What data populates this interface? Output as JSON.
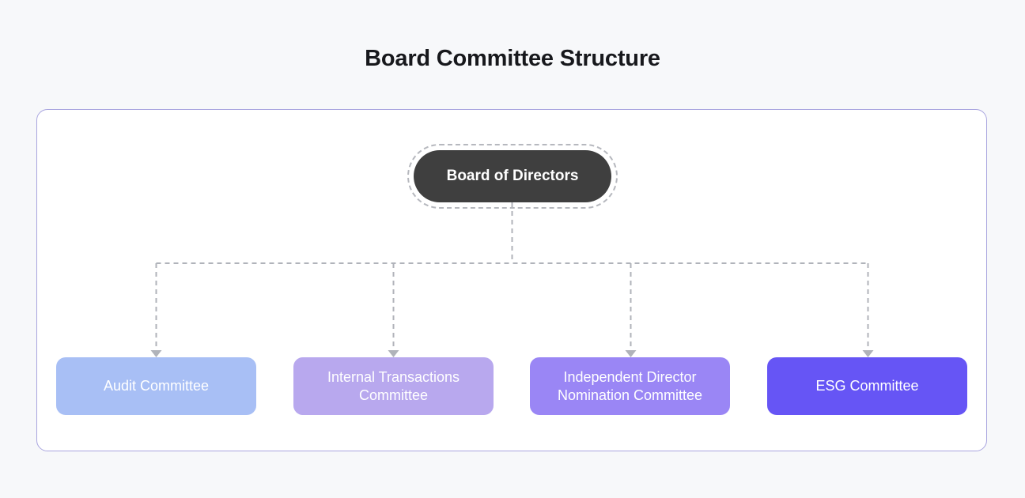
{
  "page": {
    "background_color": "#F7F8FA",
    "title": "Board Committee Structure"
  },
  "card": {
    "background_color": "#FFFFFF",
    "border_color": "#A9A5DF"
  },
  "chart_data": {
    "type": "diagram",
    "diagram_kind": "organizational-hierarchy-tree",
    "title": "Board Committee Structure",
    "orientation": "top-down",
    "connector_style": "dashed",
    "connector_color": "#B0B3BA",
    "root": {
      "id": "board-of-directors",
      "label": "Board of Directors",
      "fill_color": "#3F3F3F",
      "text_color": "#FFFFFF",
      "shape": "pill",
      "selected": true,
      "selection_outline": "dashed"
    },
    "children": [
      {
        "id": "audit-committee",
        "label": "Audit Committee",
        "fill_color": "#A8BFF5",
        "text_color": "#FFFFFF",
        "shape": "rounded-rect",
        "lines": 1
      },
      {
        "id": "internal-transactions-committee",
        "label": "Internal Transactions Committee",
        "fill_color": "#B8A8EE",
        "text_color": "#FFFFFF",
        "shape": "rounded-rect",
        "lines": 2
      },
      {
        "id": "independent-director-nomination-committee",
        "label": "Independent Director Nomination Committee",
        "fill_color": "#9A86F5",
        "text_color": "#FFFFFF",
        "shape": "rounded-rect",
        "lines": 2
      },
      {
        "id": "esg-committee",
        "label": "ESG Committee",
        "fill_color": "#6655F5",
        "text_color": "#FFFFFF",
        "shape": "rounded-rect",
        "lines": 1
      }
    ],
    "edges": [
      {
        "from": "board-of-directors",
        "to": "audit-committee",
        "arrow": "down"
      },
      {
        "from": "board-of-directors",
        "to": "internal-transactions-committee",
        "arrow": "down"
      },
      {
        "from": "board-of-directors",
        "to": "independent-director-nomination-committee",
        "arrow": "down"
      },
      {
        "from": "board-of-directors",
        "to": "esg-committee",
        "arrow": "down"
      }
    ]
  }
}
